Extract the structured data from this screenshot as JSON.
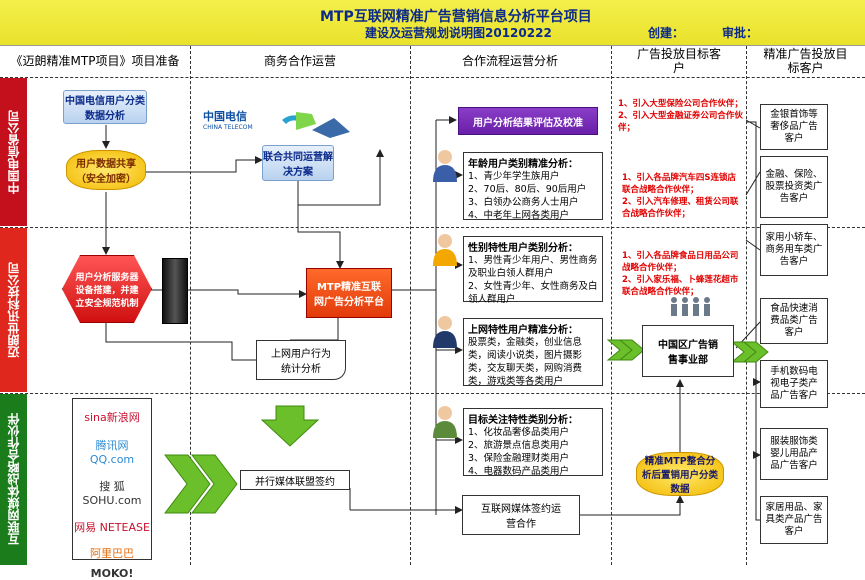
{
  "header": {
    "title_line1": "MTP互联网精准广告营销信息分析平台项目",
    "title_line2": "建设及运营规划说明图20120222",
    "created_label": "创建：",
    "approve_label": "审批："
  },
  "columns": [
    "《迈朗精准MTP项目》项目准备",
    "商务合作运营",
    "合作流程运营分析",
    "广告投放目标客户",
    "精准广告投放目标客户"
  ],
  "bands": [
    {
      "label": "中国电信省公司",
      "color": "#c4101c"
    },
    {
      "label": "迈朗世讯科技公司",
      "color": "#e0271d"
    },
    {
      "label": "互联网媒体战略合作伙伴",
      "color": "#1a7c1a"
    }
  ],
  "prep": {
    "user_data_analysis": "中国电信用户分类数据分析",
    "data_sharing": "用户数据共享（安全加密）",
    "server_setup": "用户分析服务器设备搭建，并建立安全规范机制"
  },
  "logos": {
    "telecom_cn": "中国电信",
    "telecom_en": "CHINA TELECOM",
    "media": [
      "sina新浪网",
      "腾讯网 QQ.com",
      "搜 狐 SOHU.com",
      "网易 NETEASE",
      "阿里巴巴",
      "MOKO!"
    ]
  },
  "business": {
    "joint_ops": "联合共同运营解决方案",
    "mtp_platform": "MTP精准互联网广告分析平台",
    "behavior_stats": "上网用户行为统计分析",
    "media_alliance": "并行媒体联盟签约",
    "media_contract": "互联网媒体签约运营合作"
  },
  "analysis": {
    "result_box": "用户分析结果评估及校准",
    "segments": [
      {
        "title": "年龄用户类别精准分析：",
        "lines": [
          "1、青少年学生族用户",
          "2、70后、80后、90后用户",
          "3、白领办公商务人士用户",
          "4、中老年上网各类用户"
        ]
      },
      {
        "title": "性别特性用户类别分析：",
        "lines": [
          "1、男性青少年用户、男性商务及职业白领人群用户",
          "2、女性青少年、女性商务及白领人群用户"
        ]
      },
      {
        "title": "上网特性用户精准分析：",
        "lines": [
          "股票类，金融类，创业信息类，阅读小说类，图片摄影类，交友聊天类，网购消费类，游戏类等各类用户"
        ]
      },
      {
        "title": "目标关注特性类别分析：",
        "lines": [
          "1、化妆品奢侈品类用户",
          "2、旅游景点信息类用户",
          "3、保险金融理财类用户",
          "4、电器数码产品类用户"
        ]
      }
    ]
  },
  "targets": {
    "group1": [
      "1、引入大型保险公司合作伙伴；",
      "2、引入大型金融证券公司合作伙伴；"
    ],
    "group2": [
      "1、引入各品牌汽车四S连锁店联合战略合作伙伴；",
      "2、引入汽车修理、租赁公司联合战略合作伙伴；"
    ],
    "group3": [
      "1、引入各品牌食品日用品公司战略合作伙伴；",
      "2、引入家乐福、卜蜂莲花超市联合战略合作伙伴；"
    ],
    "region_dept": "中国区广告销售事业部",
    "precise_mtp": "精准MTP整合分析后置销用户分类数据"
  },
  "clients": [
    "金银首饰等奢侈品广告客户",
    "金融、保险、股票投资类广告客户",
    "家用小轿车、商务用车类广告客户",
    "食品快速消费品类广告客户",
    "手机数码电视电子类产品广告客户",
    "服装服饰类婴儿用品产品广告客户",
    "家居用品、家具类产品广告客户"
  ],
  "colors": {
    "title_bg": "#efe737",
    "title_text": "#0b2a8a",
    "red_accent": "#e00000",
    "green_arrow": "#6bbf2a"
  }
}
